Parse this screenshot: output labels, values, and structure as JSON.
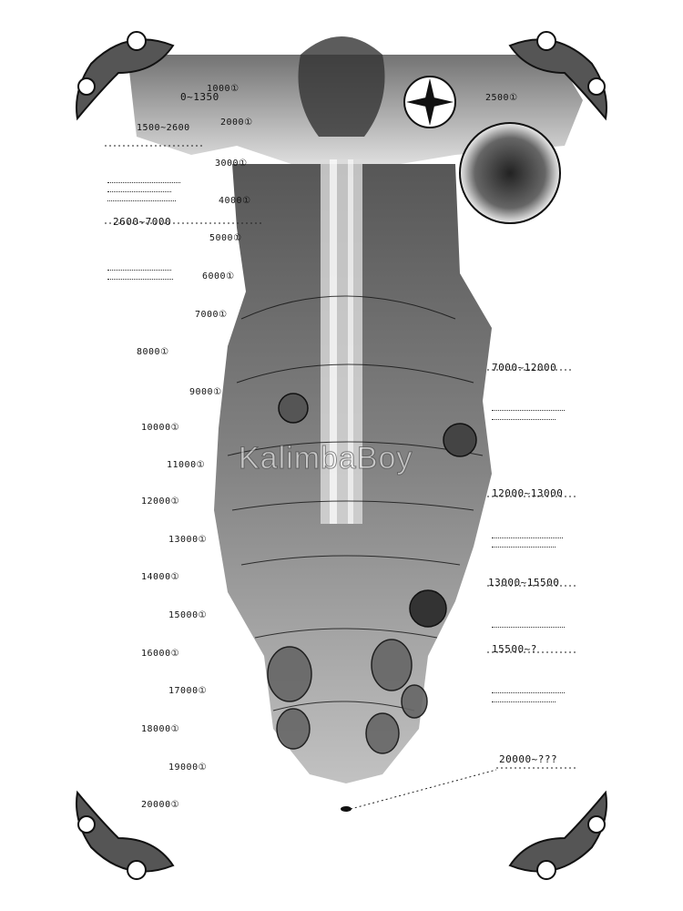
{
  "depth_markers_left": [
    "0~1350",
    "1500~2600",
    "2600~7000"
  ],
  "depth_scale": [
    "1000①",
    "2000①",
    "3000①",
    "4000①",
    "5000①",
    "6000①",
    "7000①",
    "8000①",
    "9000①",
    "10000①",
    "11000①",
    "12000①",
    "13000①",
    "14000①",
    "15000①",
    "16000①",
    "17000①",
    "18000①",
    "19000①",
    "20000①"
  ],
  "depth_markers_right": [
    "2500①",
    "7000~12000",
    "12000~13000",
    "13000~15500",
    "15500~?",
    "20000~???"
  ],
  "watermark": "KalimbaBoy",
  "colors": {
    "ink": "#111111",
    "paper": "#ffffff",
    "wash": "#8a8a8a"
  },
  "icons": [
    "floral-corner-ornament",
    "compass-rose-medallion",
    "abyss-illustration"
  ]
}
